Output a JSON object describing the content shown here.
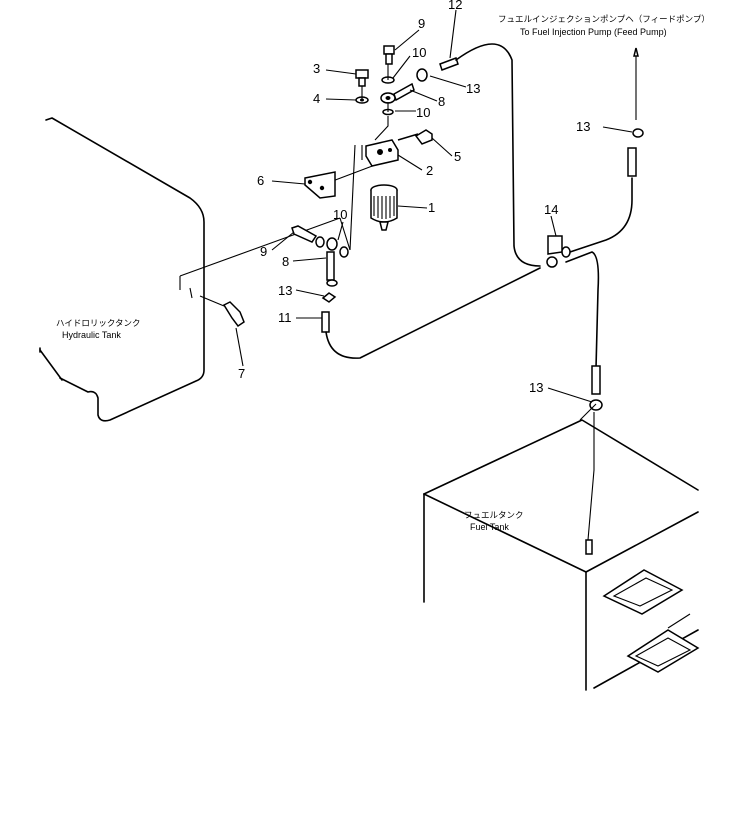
{
  "labels": {
    "pump_jp": "フュエルインジェクションポンプヘ（フィードポンプ）",
    "pump_en": "To Fuel Injection Pump (Feed Pump)",
    "hyd_jp": "ハイドロリックタンク",
    "hyd_en": "Hydraulic Tank",
    "fuel_jp": "フュエルタンク",
    "fuel_en": "Fuel Tank"
  },
  "callouts": {
    "c1": "1",
    "c2": "2",
    "c3": "3",
    "c4": "4",
    "c5": "5",
    "c6": "6",
    "c7": "7",
    "c8a": "8",
    "c8b": "8",
    "c9a": "9",
    "c9b": "9",
    "c10a": "10",
    "c10b": "10",
    "c10c": "10",
    "c11": "11",
    "c12": "12",
    "c13a": "13",
    "c13b": "13",
    "c13c": "13",
    "c13d": "13",
    "c14": "14"
  }
}
